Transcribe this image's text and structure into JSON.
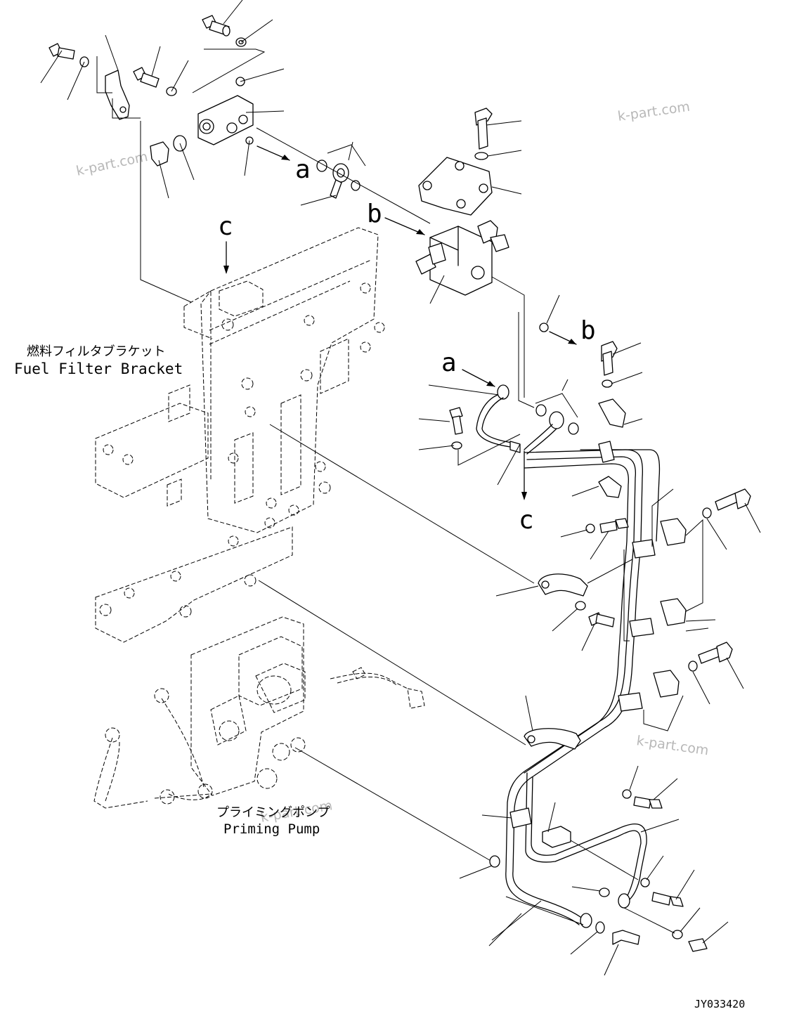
{
  "watermark": "k-part.com",
  "labels": {
    "fuel_filter_bracket_jp": "燃料フィルタブラケット",
    "fuel_filter_bracket_en": "Fuel Filter Bracket",
    "priming_pump_jp": "プライミングポンプ",
    "priming_pump_en": "Priming Pump",
    "ref_a": "a",
    "ref_b": "b",
    "ref_c": "c",
    "drawing_number": "JY033420"
  }
}
